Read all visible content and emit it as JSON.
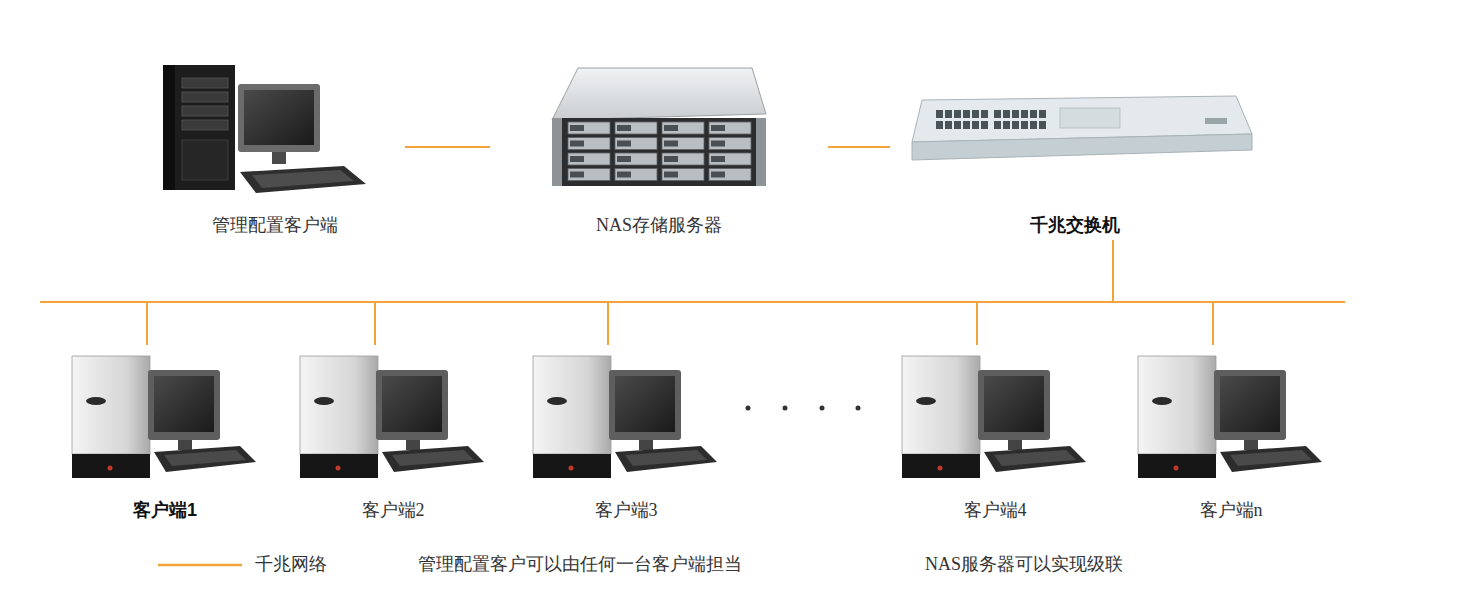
{
  "diagram": {
    "nodes": [
      {
        "text": [
          "管理配置客户端"
        ]
      },
      {
        "text": [
          "NAS存储服务器"
        ]
      },
      {
        "text": [
          "千兆交换机"
        ]
      },
      {
        "text": [
          "客户端1"
        ]
      },
      {
        "text": [
          "客户端2"
        ]
      },
      {
        "text": [
          "客户端3"
        ]
      },
      {
        "text": [
          "客户端4"
        ]
      },
      {
        "text": [
          "客户端n"
        ]
      }
    ],
    "edges": [
      {
        "from": 0,
        "to": 1,
        "arrow": "none"
      },
      {
        "from": 1,
        "to": 2,
        "arrow": "none"
      },
      {
        "from": 2,
        "to": 3,
        "arrow": "none"
      },
      {
        "from": 2,
        "to": 4,
        "arrow": "none"
      },
      {
        "from": 2,
        "to": 5,
        "arrow": "none"
      },
      {
        "from": 2,
        "to": 6,
        "arrow": "none"
      },
      {
        "from": 2,
        "to": 7,
        "arrow": "none"
      }
    ],
    "labels": [
      "管理配置客户可以由任何一台客户端担当",
      "NAS服务器可以实现级联"
    ],
    "legend": [
      {
        "text": "千兆网络"
      }
    ]
  }
}
